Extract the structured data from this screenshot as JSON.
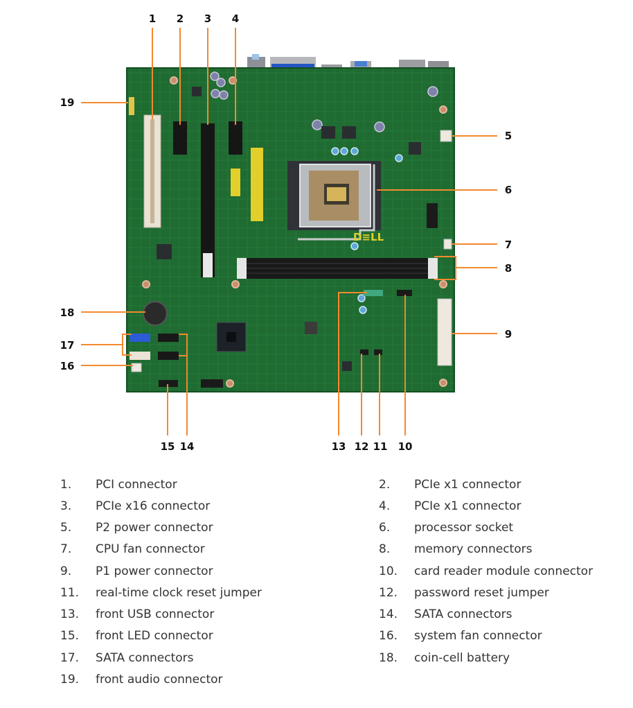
{
  "figure": {
    "title": "",
    "subject": "Dell system board (motherboard) component layout",
    "brand_mark": "DELL",
    "colors": {
      "board": "#1f6b32",
      "board_dark": "#164f24",
      "callout_line": "#f28a2e",
      "silkscreen": "#d9d23a",
      "text": "#333333"
    }
  },
  "callouts": [
    {
      "id": 1,
      "label": "1"
    },
    {
      "id": 2,
      "label": "2"
    },
    {
      "id": 3,
      "label": "3"
    },
    {
      "id": 4,
      "label": "4"
    },
    {
      "id": 5,
      "label": "5"
    },
    {
      "id": 6,
      "label": "6"
    },
    {
      "id": 7,
      "label": "7"
    },
    {
      "id": 8,
      "label": "8"
    },
    {
      "id": 9,
      "label": "9"
    },
    {
      "id": 10,
      "label": "10"
    },
    {
      "id": 11,
      "label": "11"
    },
    {
      "id": 12,
      "label": "12"
    },
    {
      "id": 13,
      "label": "13"
    },
    {
      "id": 14,
      "label": "14"
    },
    {
      "id": 15,
      "label": "15"
    },
    {
      "id": 16,
      "label": "16"
    },
    {
      "id": 17,
      "label": "17"
    },
    {
      "id": 18,
      "label": "18"
    },
    {
      "id": 19,
      "label": "19"
    }
  ],
  "legend": [
    {
      "num": "1.",
      "text": "PCI connector"
    },
    {
      "num": "2.",
      "text": "PCIe x1 connector"
    },
    {
      "num": "3.",
      "text": "PCIe x16 connector"
    },
    {
      "num": "4.",
      "text": "PCIe x1 connector"
    },
    {
      "num": "5.",
      "text": "P2 power connector"
    },
    {
      "num": "6.",
      "text": "processor socket"
    },
    {
      "num": "7.",
      "text": "CPU fan connector"
    },
    {
      "num": "8.",
      "text": "memory connectors"
    },
    {
      "num": "9.",
      "text": "P1 power connector"
    },
    {
      "num": "10.",
      "text": "card reader module connector"
    },
    {
      "num": "11.",
      "text": "real-time clock reset jumper"
    },
    {
      "num": "12.",
      "text": "password reset jumper"
    },
    {
      "num": "13.",
      "text": "front USB connector"
    },
    {
      "num": "14.",
      "text": "SATA connectors"
    },
    {
      "num": "15.",
      "text": "front LED connector"
    },
    {
      "num": "16.",
      "text": "system fan connector"
    },
    {
      "num": "17.",
      "text": "SATA connectors"
    },
    {
      "num": "18.",
      "text": "coin-cell battery"
    },
    {
      "num": "19.",
      "text": "front audio connector"
    }
  ]
}
